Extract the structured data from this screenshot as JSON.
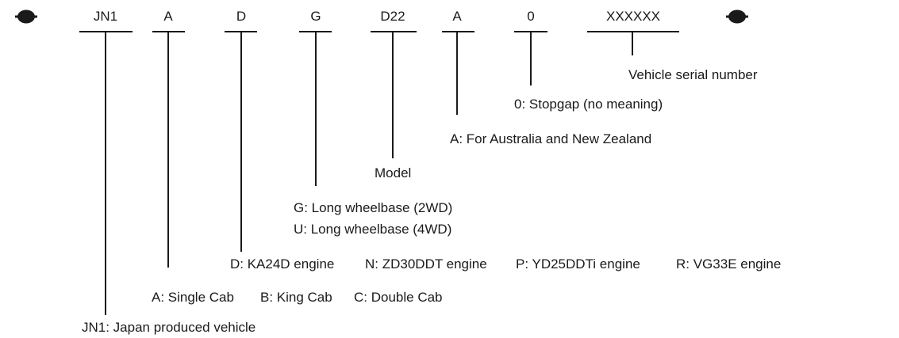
{
  "vin": {
    "codes": [
      "JN1",
      "A",
      "D",
      "G",
      "D22",
      "A",
      "0",
      "XXXXXX"
    ],
    "descriptions": {
      "serial": "Vehicle serial number",
      "stopgap": "0: Stopgap (no meaning)",
      "destination": "A: For Australia and New Zealand",
      "model": "Model",
      "wheelbase_2wd": "G: Long wheelbase (2WD)",
      "wheelbase_4wd": "U: Long wheelbase (4WD)",
      "engines": [
        "D: KA24D engine",
        "N: ZD30DDT engine",
        "P: YD25DDTi engine",
        "R: VG33E engine"
      ],
      "body_types": [
        "A: Single Cab",
        "B: King Cab",
        "C: Double Cab"
      ],
      "origin": "JN1: Japan produced vehicle"
    }
  },
  "icons": {
    "start": "boundary-marker-icon",
    "end": "boundary-marker-icon"
  }
}
